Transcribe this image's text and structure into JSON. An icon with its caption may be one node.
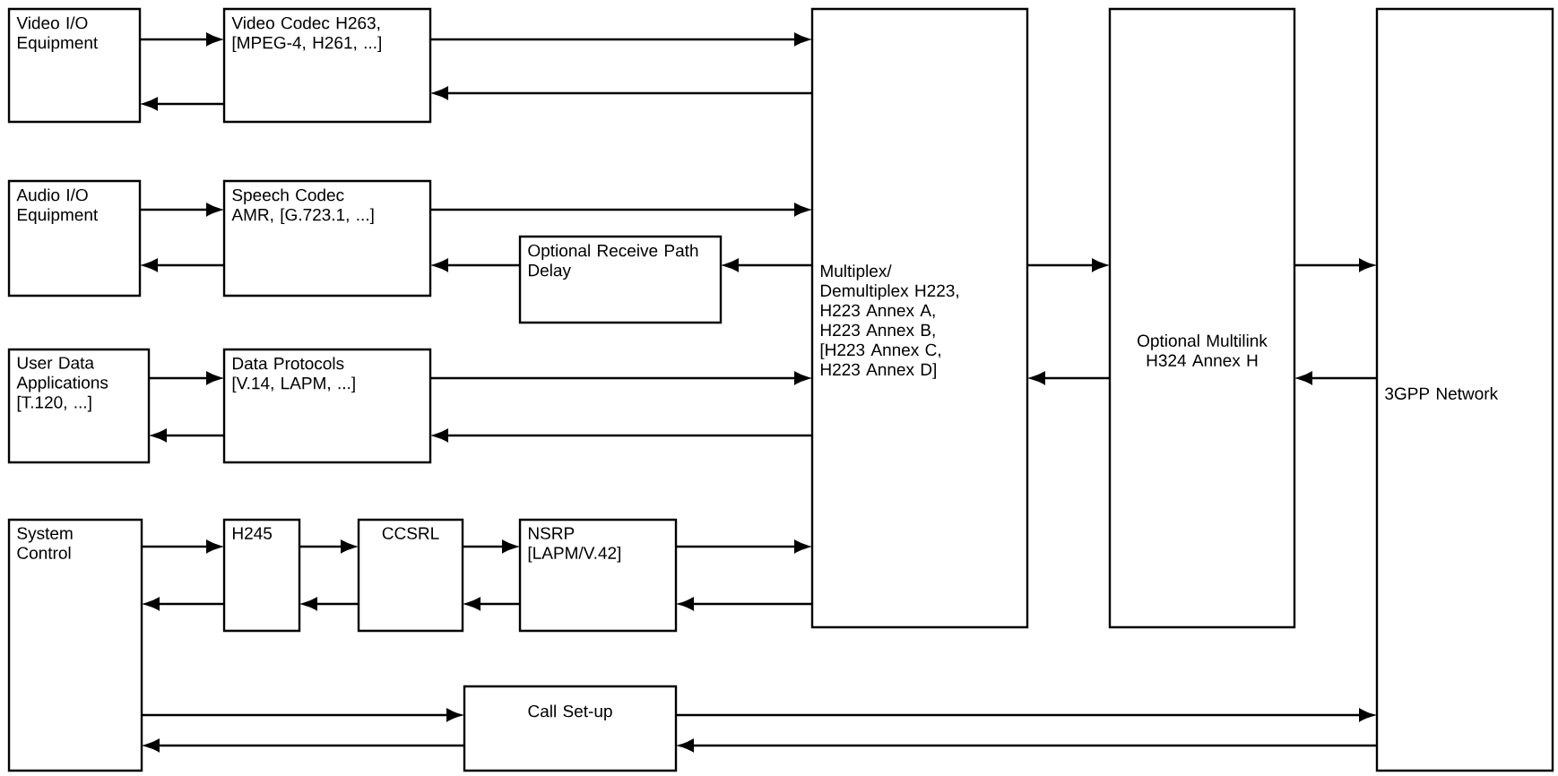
{
  "diagram": {
    "nodes": [
      {
        "text": [
          "Video I/O Equipment"
        ]
      },
      {
        "text": [
          "Video Codec H263, [MPEG-4, H261, ...]"
        ]
      },
      {
        "text": [
          "Audio I/O Equipment"
        ]
      },
      {
        "text": [
          "Speech Codec AMR, [G.723.1, ...]"
        ]
      },
      {
        "text": [
          "Optional Receive Path Delay"
        ]
      },
      {
        "text": [
          "User Data Applications [T.120, ...]"
        ]
      },
      {
        "text": [
          "Data Protocols [V.14, LAPM, ...]"
        ]
      },
      {
        "text": [
          "System Control"
        ]
      },
      {
        "text": [
          "H245"
        ]
      },
      {
        "text": [
          "CCSRL"
        ]
      },
      {
        "text": [
          "NSRP [LAPM/V.42]"
        ]
      },
      {
        "text": [
          "Call Set-up"
        ]
      },
      {
        "text": [
          "Multiplex/ Demultiplex H223, H223 Annex A, H223 Annex B, [H223 Annex C, H223 Annex D]"
        ]
      },
      {
        "text": [
          "Optional Multilink H324 Annex H"
        ]
      },
      {
        "text": [
          "3GPP Network"
        ]
      }
    ],
    "edges": [
      {
        "from": 0,
        "to": 1,
        "arrow": "to"
      },
      {
        "from": 1,
        "to": 0,
        "arrow": "to"
      },
      {
        "from": 1,
        "to": 12,
        "arrow": "to"
      },
      {
        "from": 12,
        "to": 1,
        "arrow": "to"
      },
      {
        "from": 2,
        "to": 3,
        "arrow": "to"
      },
      {
        "from": 3,
        "to": 2,
        "arrow": "to"
      },
      {
        "from": 3,
        "to": 12,
        "arrow": "to"
      },
      {
        "from": 12,
        "to": 4,
        "arrow": "to"
      },
      {
        "from": 4,
        "to": 3,
        "arrow": "to"
      },
      {
        "from": 5,
        "to": 6,
        "arrow": "to"
      },
      {
        "from": 6,
        "to": 5,
        "arrow": "to"
      },
      {
        "from": 6,
        "to": 12,
        "arrow": "to"
      },
      {
        "from": 12,
        "to": 6,
        "arrow": "to"
      },
      {
        "from": 7,
        "to": 8,
        "arrow": "to"
      },
      {
        "from": 8,
        "to": 9,
        "arrow": "to"
      },
      {
        "from": 9,
        "to": 10,
        "arrow": "to"
      },
      {
        "from": 10,
        "to": 12,
        "arrow": "to"
      },
      {
        "from": 12,
        "to": 10,
        "arrow": "to"
      },
      {
        "from": 10,
        "to": 9,
        "arrow": "to"
      },
      {
        "from": 9,
        "to": 8,
        "arrow": "to"
      },
      {
        "from": 8,
        "to": 7,
        "arrow": "to"
      },
      {
        "from": 7,
        "to": 11,
        "arrow": "to"
      },
      {
        "from": 11,
        "to": 7,
        "arrow": "to"
      },
      {
        "from": 11,
        "to": 14,
        "arrow": "to"
      },
      {
        "from": 14,
        "to": 11,
        "arrow": "to"
      },
      {
        "from": 12,
        "to": 13,
        "arrow": "to"
      },
      {
        "from": 13,
        "to": 12,
        "arrow": "to"
      },
      {
        "from": 13,
        "to": 14,
        "arrow": "to"
      },
      {
        "from": 14,
        "to": 13,
        "arrow": "to"
      }
    ]
  }
}
